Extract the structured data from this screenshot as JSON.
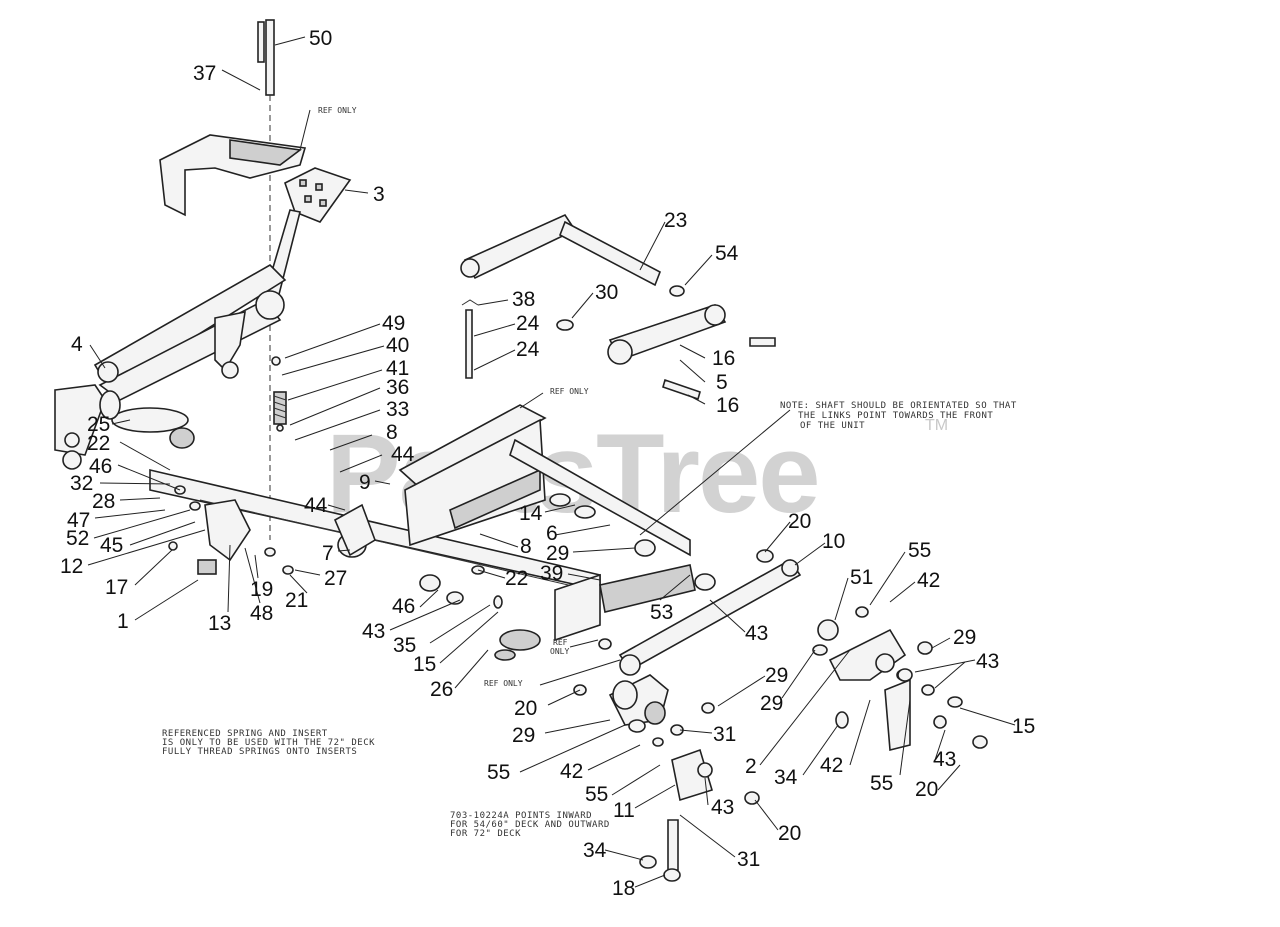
{
  "watermark": {
    "text": "PartsTree",
    "tm": "TM"
  },
  "notes": {
    "shaft_line1": "NOTE: SHAFT SHOULD BE ORIENTATED SO THAT",
    "shaft_line2": "THE LINKS POINT TOWARDS THE FRONT",
    "shaft_line3": "OF THE UNIT",
    "spring_line1": "REFERENCED SPRING AND INSERT",
    "spring_line2": "IS ONLY TO BE USED WITH THE 72\" DECK",
    "spring_line3": "FULLY THREAD SPRINGS ONTO INSERTS",
    "deck_line1": "703-10224A POINTS INWARD",
    "deck_line2": "FOR 54/60\" DECK AND OUTWARD",
    "deck_line3": "FOR 72\" DECK",
    "ref_only_1": "REF ONLY",
    "ref_only_2": "REF ONLY",
    "ref_only_3": "REF",
    "ref_only_3b": "ONLY",
    "ref_only_4": "REF ONLY"
  },
  "callouts": [
    "50",
    "37",
    "3",
    "23",
    "54",
    "38",
    "30",
    "24",
    "24",
    "16",
    "5",
    "16",
    "49",
    "40",
    "41",
    "36",
    "33",
    "8",
    "44",
    "9",
    "44",
    "4",
    "25",
    "22",
    "46",
    "32",
    "28",
    "47",
    "52",
    "45",
    "12",
    "17",
    "1",
    "13",
    "48",
    "19",
    "21",
    "27",
    "7",
    "14",
    "6",
    "29",
    "8",
    "22",
    "39",
    "20",
    "10",
    "55",
    "51",
    "42",
    "46",
    "43",
    "35",
    "15",
    "26",
    "53",
    "43",
    "29",
    "43",
    "29",
    "29",
    "20",
    "29",
    "55",
    "42",
    "31",
    "55",
    "11",
    "43",
    "31",
    "34",
    "18",
    "20",
    "2",
    "34",
    "42",
    "55",
    "20",
    "43",
    "15"
  ]
}
